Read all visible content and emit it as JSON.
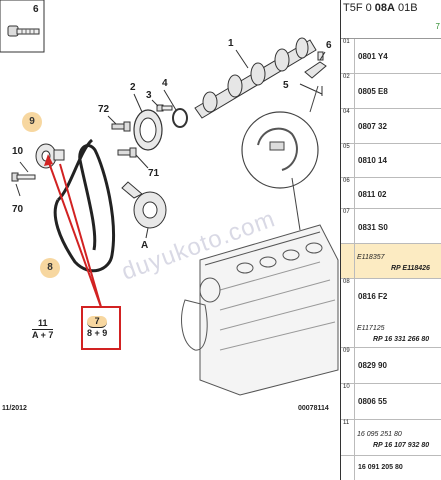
{
  "diagram": {
    "callouts": {
      "n6": "6",
      "n1": "1",
      "n6b": "6",
      "n4": "4",
      "n2": "2",
      "n3": "3",
      "n5": "5",
      "n72": "72",
      "n10": "10",
      "n70": "70",
      "n71": "71",
      "nA": "A"
    },
    "circled": {
      "c9": "9",
      "c8": "8",
      "c7": "7"
    },
    "fraction_left": {
      "top": "11",
      "bottom": "A + 7"
    },
    "fraction_boxed": {
      "top": "7",
      "bottom": "8 + 9"
    },
    "watermark": "duyukoto.com",
    "footer_left": "11/2012",
    "footer_right": "00078114",
    "colors": {
      "highlight_circle": "#f7d7a0",
      "box": "#d22222",
      "arrow": "#d22222"
    }
  },
  "panel": {
    "title_prefix": "T5F 0",
    "title_bold": "08A",
    "title_suffix": "01B",
    "header_col": "7",
    "rows": [
      {
        "idx": "01",
        "code": "0801 Y4"
      },
      {
        "idx": "02",
        "code": "0805 E8"
      },
      {
        "idx": "04",
        "code": "0807 32"
      },
      {
        "idx": "05",
        "code": "0810 14"
      },
      {
        "idx": "06",
        "code": "0811 02"
      },
      {
        "idx": "07",
        "code": "0831 S0"
      },
      {
        "idx": "",
        "ref1": "E118357",
        "ref2": "RP E118426"
      },
      {
        "idx": "08",
        "code": "0816 F2",
        "ref1": "E117125",
        "ref2": "RP 16 331 266 80"
      },
      {
        "idx": "09",
        "code": "0829 90"
      },
      {
        "idx": "10",
        "code": "0806 55"
      },
      {
        "idx": "11",
        "ref1": "16 095 251 80",
        "ref2": "RP 16 107 932 80"
      },
      {
        "idx": "",
        "code": "16 091 205 80"
      }
    ]
  }
}
